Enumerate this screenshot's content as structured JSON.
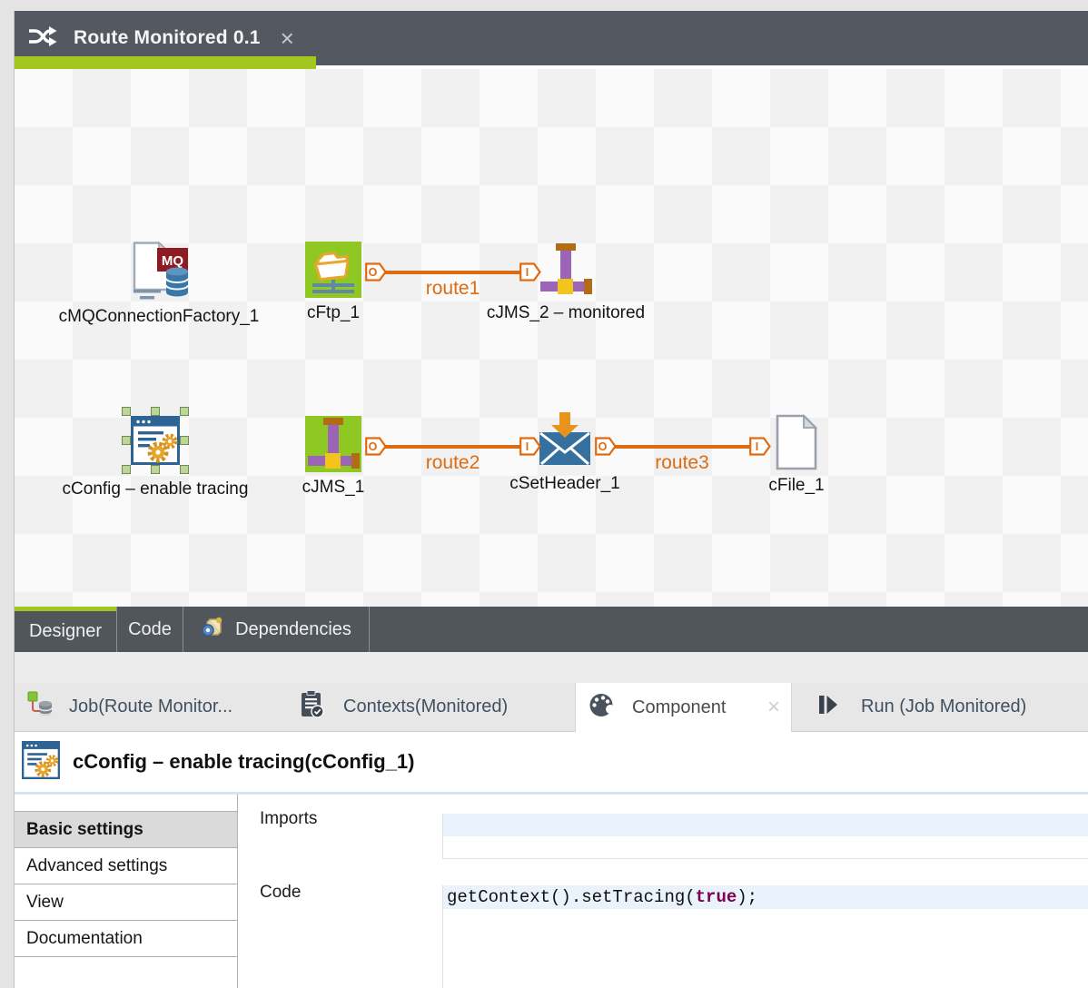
{
  "editor_tab": {
    "icon": "shuffle-route-icon",
    "title": "Route Monitored 0.1",
    "close_label": "×"
  },
  "ports": {
    "out": "O",
    "in": "I"
  },
  "icons": {
    "mq_badge_text": "MQ"
  },
  "canvas": {
    "nodes": [
      {
        "name": "cMQConnectionFactory_1",
        "label": "cMQConnectionFactory_1",
        "icon": "mq-connection-factory-icon"
      },
      {
        "name": "cFtp_1",
        "label": "cFtp_1",
        "icon": "ftp-folder-icon"
      },
      {
        "name": "cJMS_2",
        "label": "cJMS_2 – monitored",
        "icon": "jms-endpoint-icon"
      },
      {
        "name": "cConfig_1",
        "label": "cConfig – enable tracing",
        "icon": "config-window-gears-icon",
        "selected": true
      },
      {
        "name": "cJMS_1",
        "label": "cJMS_1",
        "icon": "jms-endpoint-icon-green"
      },
      {
        "name": "cSetHeader_1",
        "label": "cSetHeader_1",
        "icon": "set-header-envelope-icon"
      },
      {
        "name": "cFile_1",
        "label": "cFile_1",
        "icon": "file-document-icon"
      }
    ],
    "connections": [
      {
        "label": "route1",
        "from": "cFtp_1",
        "to": "cJMS_2"
      },
      {
        "label": "route2",
        "from": "cJMS_1",
        "to": "cSetHeader_1"
      },
      {
        "label": "route3",
        "from": "cSetHeader_1",
        "to": "cFile_1"
      }
    ]
  },
  "designer_tabs": [
    {
      "label": "Designer",
      "active": true
    },
    {
      "label": "Code",
      "active": false
    },
    {
      "label": "Dependencies",
      "active": false,
      "icon": "dependencies-icon"
    }
  ],
  "view_tabs": [
    {
      "label": "Job(Route Monitor...",
      "icon": "job-tree-icon",
      "active": false
    },
    {
      "label": "Contexts(Monitored)",
      "icon": "contexts-clipboard-icon",
      "active": false
    },
    {
      "label": "Component",
      "icon": "component-palette-icon",
      "active": true,
      "close_label": "×"
    },
    {
      "label": "Run (Job Monitored)",
      "icon": "run-play-icon",
      "active": false
    }
  ],
  "component_panel": {
    "icon": "config-window-gears-icon",
    "title": "cConfig – enable tracing(cConfig_1)",
    "nav": [
      {
        "label": "Basic settings",
        "selected": true
      },
      {
        "label": "Advanced settings",
        "selected": false
      },
      {
        "label": "View",
        "selected": false
      },
      {
        "label": "Documentation",
        "selected": false
      }
    ],
    "fields": {
      "imports_label": "Imports",
      "imports_value": "",
      "code_label": "Code",
      "code": {
        "prefix": "getContext().setTracing(",
        "keyword": "true",
        "suffix": ");"
      }
    }
  },
  "colors": {
    "accent_green": "#a3c71e",
    "route_orange": "#e06a10",
    "keyword_purple": "#7b0052",
    "tab_dark": "#545961"
  }
}
